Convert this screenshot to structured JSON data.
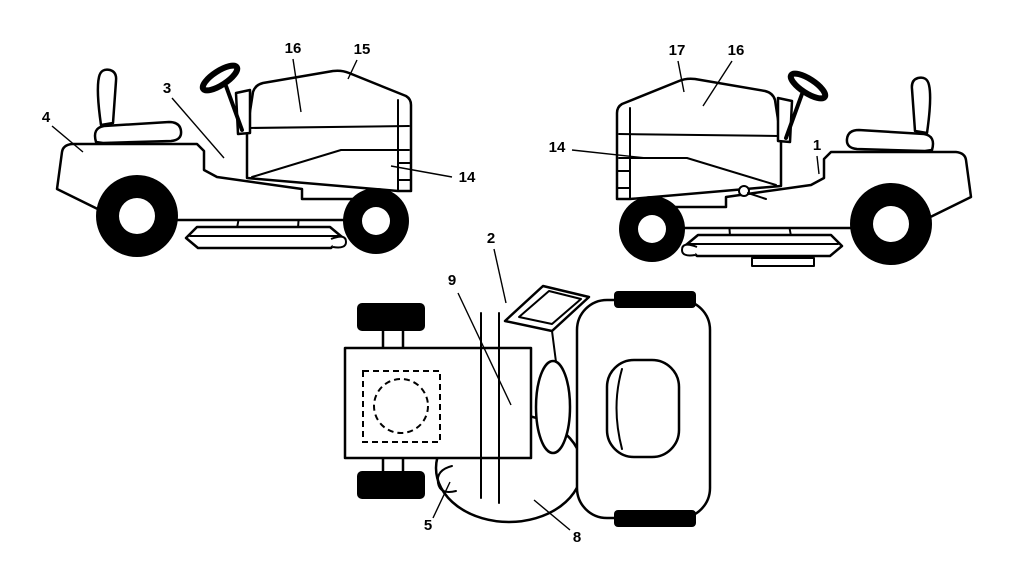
{
  "colors": {
    "ink": "#000000",
    "background": "#ffffff"
  },
  "diagram": {
    "callouts": [
      {
        "label": "4"
      },
      {
        "label": "3"
      },
      {
        "label": "16"
      },
      {
        "label": "15"
      },
      {
        "label": "14"
      },
      {
        "label": "17"
      },
      {
        "label": "16"
      },
      {
        "label": "14"
      },
      {
        "label": "1"
      },
      {
        "label": "2"
      },
      {
        "label": "9"
      },
      {
        "label": "5"
      },
      {
        "label": "8"
      }
    ]
  }
}
